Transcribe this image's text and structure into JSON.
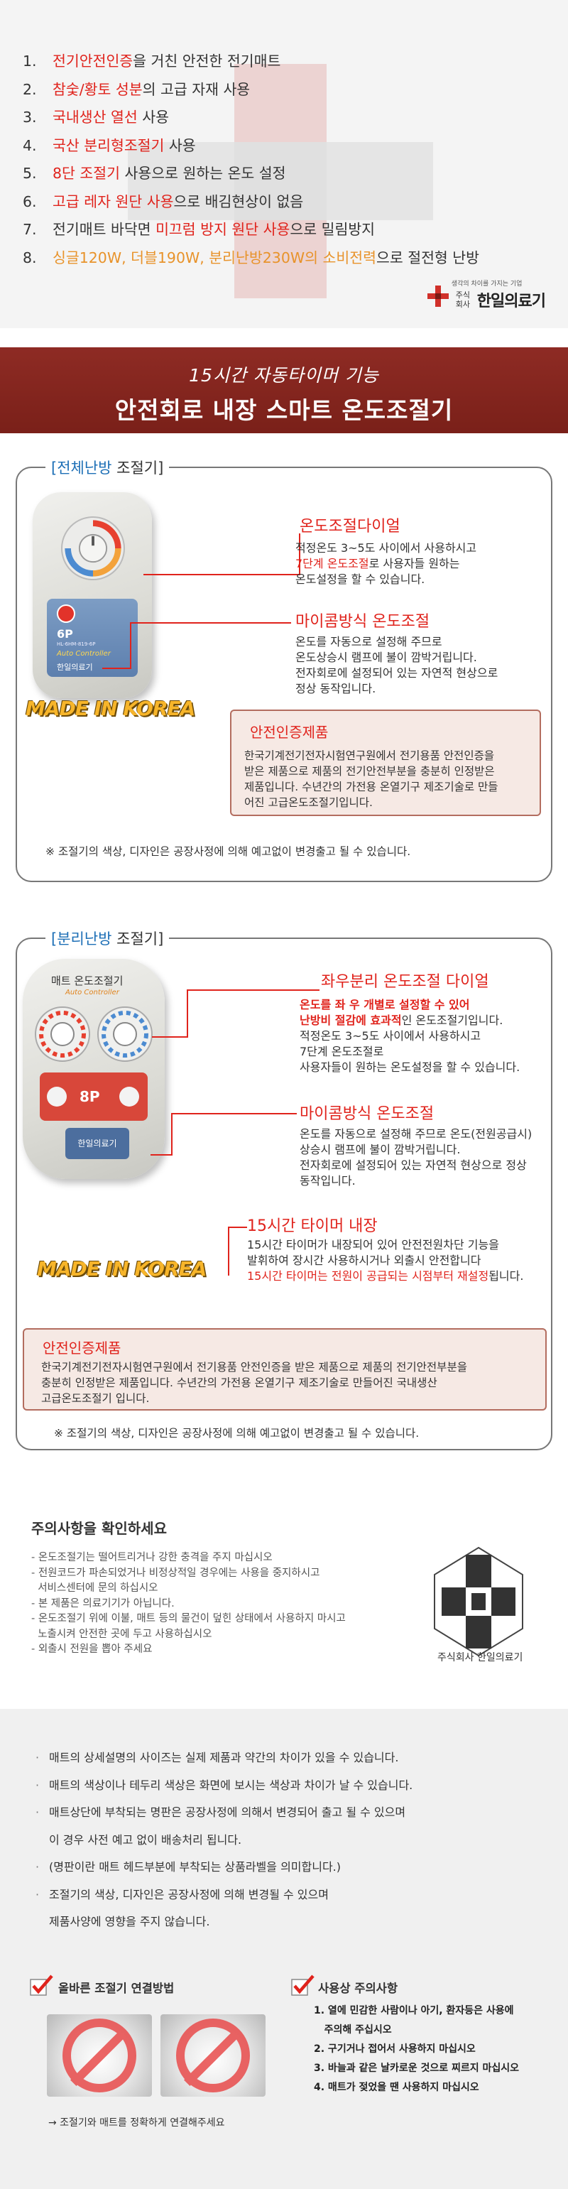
{
  "features": [
    {
      "num": "1.",
      "parts": [
        {
          "t": "전기안전인증",
          "c": "red"
        },
        {
          "t": "을 거친 안전한 전기매트",
          "c": ""
        }
      ]
    },
    {
      "num": "2.",
      "parts": [
        {
          "t": "참숯/황토 성분",
          "c": "red"
        },
        {
          "t": "의 고급 자재 사용",
          "c": ""
        }
      ]
    },
    {
      "num": "3.",
      "parts": [
        {
          "t": "국내생산 열선",
          "c": "red"
        },
        {
          "t": " 사용",
          "c": ""
        }
      ]
    },
    {
      "num": "4.",
      "parts": [
        {
          "t": "국산 분리형조절기",
          "c": "red"
        },
        {
          "t": " 사용",
          "c": ""
        }
      ]
    },
    {
      "num": "5.",
      "parts": [
        {
          "t": "8단 조절기",
          "c": "red"
        },
        {
          "t": " 사용으로 원하는 온도 설정",
          "c": ""
        }
      ]
    },
    {
      "num": "6.",
      "parts": [
        {
          "t": "고급 레자 원단 사용",
          "c": "red"
        },
        {
          "t": "으로 배김현상이 없음",
          "c": ""
        }
      ]
    },
    {
      "num": "7.",
      "parts": [
        {
          "t": "전기매트 바닥면 ",
          "c": ""
        },
        {
          "t": "미끄럼 방지 원단 사용",
          "c": "red"
        },
        {
          "t": "으로 밀림방지",
          "c": ""
        }
      ]
    },
    {
      "num": "8.",
      "parts": [
        {
          "t": "싱글120W, 더블190W, 분리난방230W의 소비전력",
          "c": "orange"
        },
        {
          "t": "으로 절전형 난방",
          "c": ""
        }
      ]
    }
  ],
  "small_logo": {
    "sub": "생각의 차이를 가지는 기업",
    "corp": "주식회사",
    "main": "한일의료기"
  },
  "banner": {
    "line1": "15시간 자동타이머 기능",
    "line2": "안전회로 내장 스마트 온도조절기"
  },
  "box1": {
    "title_blue": "[전체난방",
    "title_rest": " 조절기]",
    "device": {
      "model": "6P",
      "sub": "HL-6HM-819-6P",
      "label": "Auto Controller",
      "brand": "한일의료기"
    },
    "made": "MADE IN KOREA",
    "dial_head": "온도조절다이얼",
    "dial_desc": [
      [
        {
          "t": "적정온도 3~5도 사이에서 사용하시고",
          "c": ""
        }
      ],
      [
        {
          "t": "7단계 온도조절",
          "c": "red"
        },
        {
          "t": "로 사용자들 원하는",
          "c": ""
        }
      ],
      [
        {
          "t": "온도설정을 할 수 있습니다.",
          "c": ""
        }
      ]
    ],
    "micom_head": "마이콤방식 온도조절",
    "micom_desc": [
      "온도를 자동으로 설정해 주므로",
      "온도상승시 램프에 불이 깜박거립니다.",
      "전자회로에 설정되어 있는 자연적 현상으로",
      "정상 동작입니다."
    ],
    "cert_title": "안전인증제품",
    "cert_desc": [
      "한국기계전기전자시험연구원에서 전기용품 안전인증을",
      "받은 제품으로 제품의 전기안전부분을 충분히 인정받은",
      "제품입니다. 수년간의 가전용 온열기구 제조기술로 만들",
      "어진 고급온도조절기입니다."
    ],
    "note": "※ 조절기의 색상, 디자인은 공장사정에 의해 예고없이 변경출고 될 수 있습니다."
  },
  "box2": {
    "title_blue": "[분리난방",
    "title_rest": " 조절기]",
    "device": {
      "title": "매트 온도조절기",
      "label": "Auto Controller",
      "model": "8P",
      "brand": "한일의료기"
    },
    "made": "MADE IN KOREA",
    "dial_head": "좌우분리 온도조절 다이얼",
    "dial_desc": [
      [
        {
          "t": "온도를 좌 우 개별로 설정할 수 있어",
          "c": "red bold"
        }
      ],
      [
        {
          "t": "난방비 절감에 효과적",
          "c": "red bold"
        },
        {
          "t": "인 온도조절기입니다.",
          "c": ""
        }
      ],
      [
        {
          "t": "적정온도 3~5도 사이에서 사용하시고",
          "c": ""
        }
      ],
      [
        {
          "t": "7단계 온도조절로",
          "c": ""
        }
      ],
      [
        {
          "t": "사용자들이 원하는  온도설정을 할 수 있습니다.",
          "c": ""
        }
      ]
    ],
    "micom_head": "마이콤방식 온도조절",
    "micom_desc": [
      "온도를 자동으로 설정해 주므로 온도(전원공급시)",
      "상승시 램프에 불이 깜박거립니다.",
      "전자회로에 설정되어 있는 자연적 현상으로 정상",
      "동작입니다."
    ],
    "timer_head": "15시간 타이머 내장",
    "timer_desc": [
      [
        {
          "t": "15시간 타이머가 내장되어 있어 안전전원차단 기능을",
          "c": ""
        }
      ],
      [
        {
          "t": "발휘하여 장시간 사용하시거나 외출시 안전합니다",
          "c": ""
        }
      ],
      [
        {
          "t": "15시간 타이머는 전원이 공급되는 시점부터 재설정",
          "c": "red"
        },
        {
          "t": "됩니다.",
          "c": ""
        }
      ]
    ],
    "cert_title": "안전인증제품",
    "cert_desc": [
      "한국기계전기전자시험연구원에서 전기용품 안전인증을 받은 제품으로 제품의 전기안전부분을",
      "충분히 인정받은 제품입니다. 수년간의 가전용 온열기구 제조기술로 만들어진 국내생산",
      "고급온도조절기 입니다."
    ],
    "note": "※ 조절기의 색상, 디자인은 공장사정에 의해 예고없이 변경출고 될 수 있습니다."
  },
  "caution": {
    "title": "주의사항을 확인하세요",
    "items": [
      "- 온도조절기는 떨어트리거나 강한 충격을 주지 마십시오",
      "- 전원코드가 파손되었거나 비정상적일 경우에는 사용을 중지하시고",
      "  서비스센터에 문의 하십시오",
      "- 본 제품은 의료기기가 아닙니다.",
      "- 온도조절기 위에 이불, 매트 등의 물건이 덮힌 상태에서 사용하지 마시고",
      "  노출시켜 안전한 곳에 두고 사용하십시오",
      "- 외출시 전원을 뽑아 주세요"
    ],
    "logo_text": "주식회사 한일의료기"
  },
  "disclaimer": [
    {
      "t": "매트의 상세설명의 사이즈는 실제 제품과 약간의 차이가 있을 수 있습니다.",
      "indent": false
    },
    {
      "t": "매트의 색상이나 테두리 색상은 화면에 보시는 색상과 차이가 날 수 있습니다.",
      "indent": false
    },
    {
      "t": "매트상단에 부착되는 명판은 공장사정에 의해서 변경되어 출고 될 수 있으며",
      "indent": false
    },
    {
      "t": "이 경우 사전 예고 없이 배송처리 됩니다.",
      "indent": true
    },
    {
      "t": "(명판이란 매트 헤드부분에 부착되는 상품라벨을 의미합니다.)",
      "indent": false
    },
    {
      "t": "조절기의 색상, 디자인은 공장사정에 의해 변경될 수 있으며",
      "indent": false
    },
    {
      "t": "제품사양에 영향을 주지 않습니다.",
      "indent": true
    }
  ],
  "connect": {
    "title": "올바른 조절기 연결방법",
    "note": "→ 조절기와 매트를 정확하게 연결해주세요"
  },
  "warn": {
    "title": "사용상 주의사항",
    "items": [
      "1. 열에 민감한 사람이나 아기, 환자등은 사용에",
      "   주의해 주십시오",
      "2. 구기거나 접어서 사용하지 마십시오",
      "3. 바늘과 같은 날카로운 것으로 찌르지 마십시오",
      "4. 매트가 젖었을 땐 사용하지 마십시오"
    ]
  },
  "colors": {
    "accent_red": "#e0231c",
    "accent_orange": "#e8932b",
    "banner": "#8e2b24",
    "title_blue": "#1d6fb6"
  }
}
